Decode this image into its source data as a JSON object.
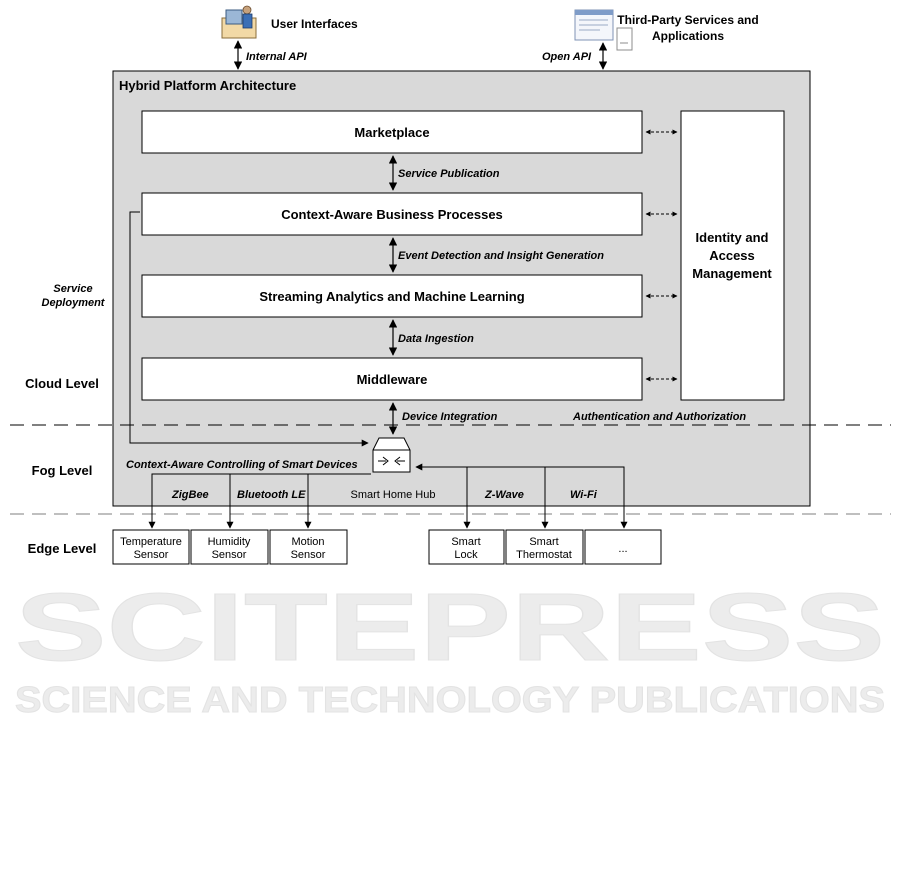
{
  "top": {
    "user_interfaces": "User Interfaces",
    "internal_api": "Internal API",
    "third_party_line1": "Third-Party Services and",
    "third_party_line2": "Applications",
    "open_api": "Open API"
  },
  "platform": {
    "title": "Hybrid Platform Architecture",
    "marketplace": "Marketplace",
    "business_processes": "Context-Aware Business Processes",
    "streaming": "Streaming Analytics and Machine Learning",
    "middleware": "Middleware",
    "iam_line1": "Identity and",
    "iam_line2": "Access",
    "iam_line3": "Management",
    "service_publication": "Service Publication",
    "event_detection": "Event Detection and Insight Generation",
    "data_ingestion": "Data Ingestion",
    "device_integration": "Device Integration",
    "authentication": "Authentication and Authorization",
    "context_control": "Context-Aware Controlling of Smart Devices",
    "hub": "Smart Home Hub"
  },
  "side": {
    "service_deployment_line1": "Service",
    "service_deployment_line2": "Deployment",
    "cloud_level": "Cloud Level",
    "fog_level": "Fog Level",
    "edge_level": "Edge Level"
  },
  "protocols": {
    "zigbee": "ZigBee",
    "bluetooth": "Bluetooth LE",
    "zwave": "Z-Wave",
    "wifi": "Wi-Fi"
  },
  "devices": {
    "temperature_line1": "Temperature",
    "temperature_line2": "Sensor",
    "humidity_line1": "Humidity",
    "humidity_line2": "Sensor",
    "motion_line1": "Motion",
    "motion_line2": "Sensor",
    "lock_line1": "Smart",
    "lock_line2": "Lock",
    "thermostat_line1": "Smart",
    "thermostat_line2": "Thermostat",
    "more": "..."
  },
  "watermark": {
    "main": "SCITEPRESS",
    "sub": "SCIENCE AND TECHNOLOGY PUBLICATIONS"
  },
  "colors": {
    "platform_fill": "#d9d9d9",
    "box_fill": "#ffffff",
    "stroke": "#000000",
    "watermark": "#ececec"
  }
}
